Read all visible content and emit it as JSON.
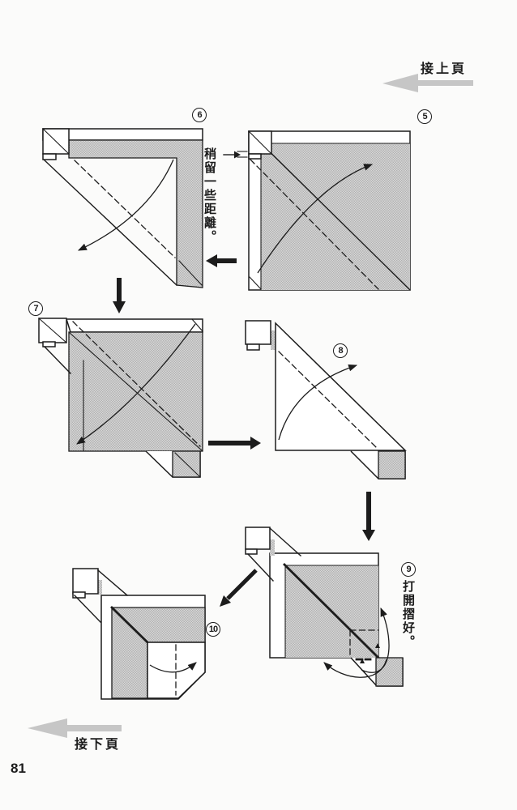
{
  "page": {
    "number": "81"
  },
  "nav": {
    "prev_label": "接上頁",
    "next_label": "接下頁"
  },
  "steps": [
    {
      "number": "5"
    },
    {
      "number": "6",
      "note": "稍留一些距離。"
    },
    {
      "number": "7"
    },
    {
      "number": "8"
    },
    {
      "number": "9",
      "note": "打開摺好。"
    },
    {
      "number": "10"
    }
  ],
  "colors": {
    "ink": "#1c1c1c",
    "halftone_light": "#d8d8d8",
    "halftone_dark": "#b2b2b2",
    "nav_arrow": "#c6c6c6"
  }
}
